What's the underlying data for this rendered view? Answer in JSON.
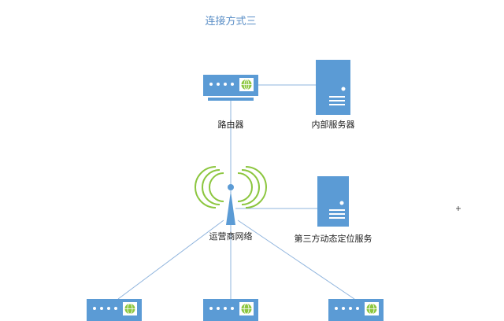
{
  "title": "连接方式三",
  "labels": {
    "router": "路由器",
    "internal_server": "内部服务器",
    "carrier_network": "运营商网络",
    "third_party_service": "第三方动态定位服务"
  },
  "colors": {
    "device": "#5b9bd5",
    "line": "#8fb4dd",
    "signal": "#8cc63f",
    "title": "#5b8fc7"
  },
  "icons": [
    "router-icon",
    "server-icon",
    "cell-tower-icon",
    "globe-icon"
  ]
}
